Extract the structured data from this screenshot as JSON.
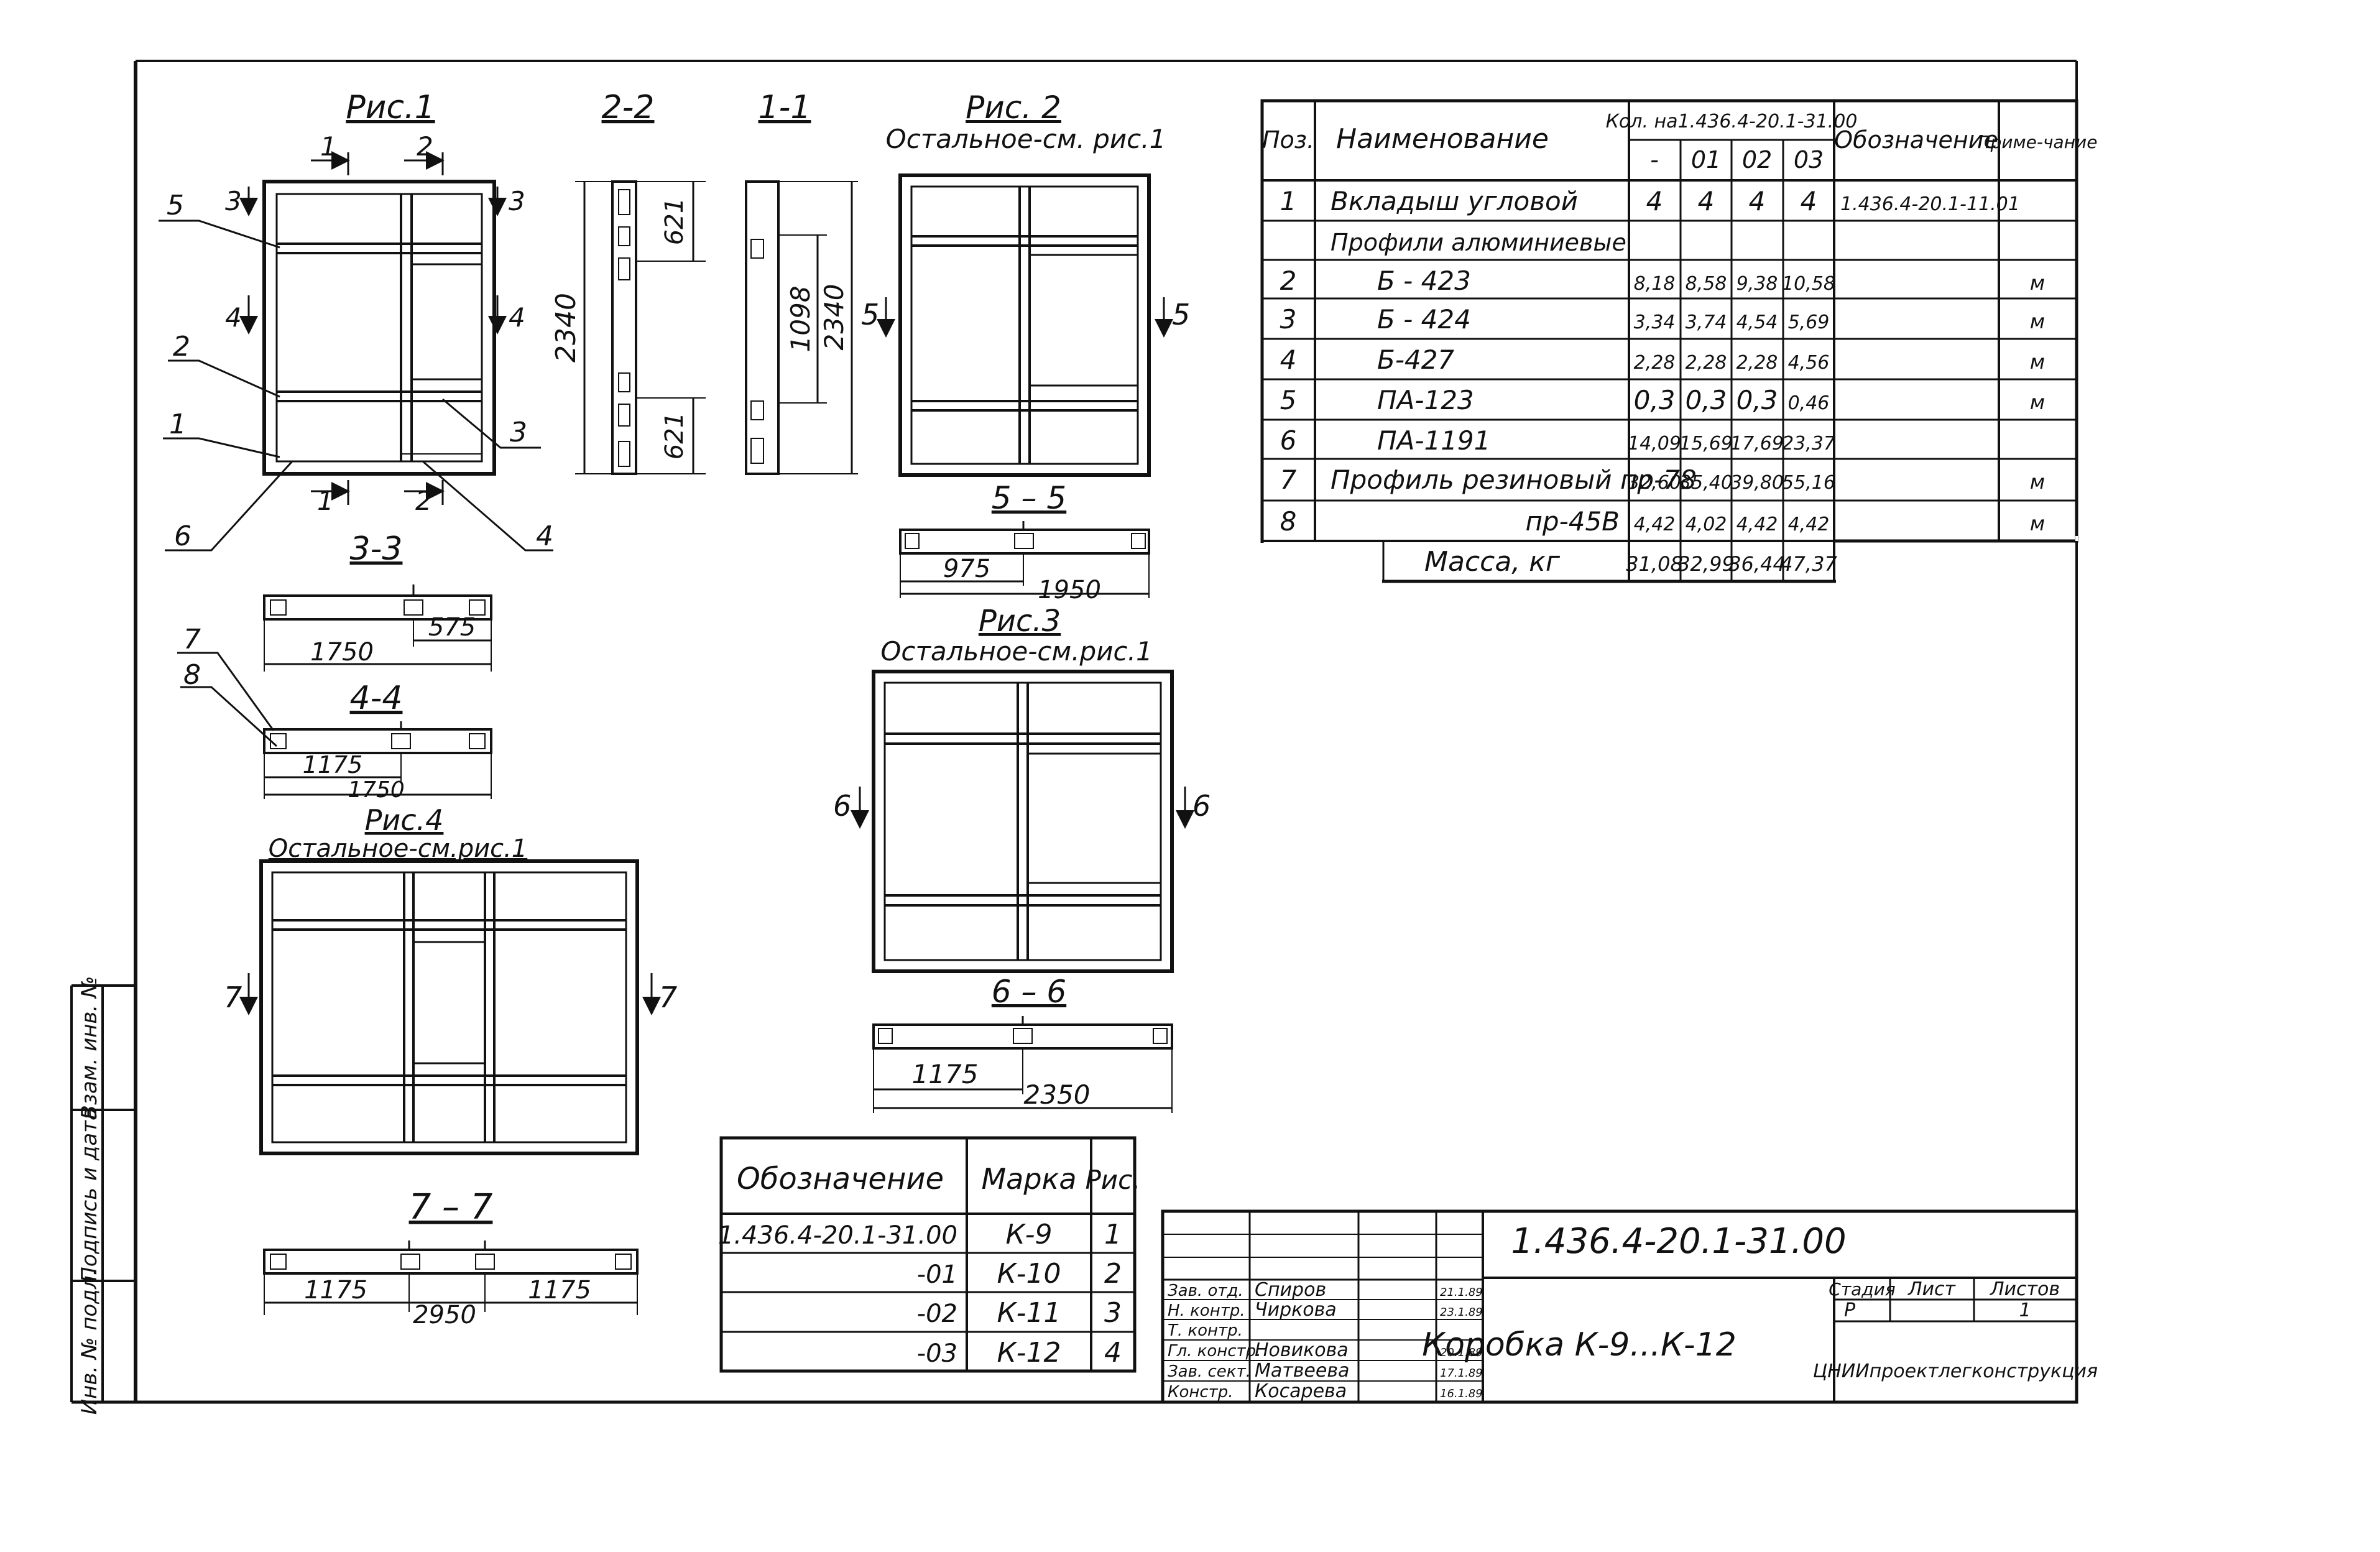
{
  "views": {
    "fig1": "Рис.1",
    "fig2": "Рис. 2",
    "fig2_note": "Остальное-см. рис.1",
    "fig3": "Рис.3",
    "fig3_note": "Остальное-см.рис.1",
    "fig4": "Рис.4",
    "fig4_note": "Остальное-см.рис.1",
    "sec_2_2": "2-2",
    "sec_1_1": "1-1",
    "sec_3_3": "3-3",
    "sec_4_4": "4-4",
    "sec_5_5": "5 – 5",
    "sec_6_6": "6 – 6",
    "sec_7_7": "7 – 7"
  },
  "callouts": {
    "c1": "1",
    "c2": "2",
    "c3": "3",
    "c4": "4",
    "c5": "5",
    "c6": "6",
    "c7": "7",
    "c8": "8"
  },
  "dims": {
    "d2340a": "2340",
    "d621a": "621",
    "d621b": "621",
    "d1098": "1098",
    "d2340b": "2340",
    "d1750a": "1750",
    "d575": "575",
    "d1175a": "1175",
    "d1750b": "1750",
    "d975": "975",
    "d1950": "1950",
    "d1175b": "1175",
    "d2350": "2350",
    "d1175c": "1175",
    "d2950": "2950",
    "d1175d": "1175"
  },
  "spec": {
    "h_pos": "Поз.",
    "h_name": "Наименование",
    "h_qty": "Кол. на1.436.4-20.1-31.00",
    "h_q0": "-",
    "h_q1": "01",
    "h_q2": "02",
    "h_q3": "03",
    "h_designation": "Обозначение",
    "h_note": "Приме-чание",
    "rows": [
      {
        "pos": "1",
        "name": "Вкладыш угловой",
        "q0": "4",
        "q1": "4",
        "q2": "4",
        "q3": "4",
        "des": "1.436.4-20.1-11.01",
        "note": ""
      },
      {
        "pos": "",
        "name": "Профили алюминиевые",
        "q0": "",
        "q1": "",
        "q2": "",
        "q3": "",
        "des": "",
        "note": ""
      },
      {
        "pos": "2",
        "name": "Б - 423",
        "q0": "8,18",
        "q1": "8,58",
        "q2": "9,38",
        "q3": "10,58",
        "des": "",
        "note": "м"
      },
      {
        "pos": "3",
        "name": "Б - 424",
        "q0": "3,34",
        "q1": "3,74",
        "q2": "4,54",
        "q3": "5,69",
        "des": "",
        "note": "м"
      },
      {
        "pos": "4",
        "name": "Б-427",
        "q0": "2,28",
        "q1": "2,28",
        "q2": "2,28",
        "q3": "4,56",
        "des": "",
        "note": "м"
      },
      {
        "pos": "5",
        "name": "ПА-123",
        "q0": "0,3",
        "q1": "0,3",
        "q2": "0,3",
        "q3": "0,46",
        "des": "",
        "note": "м"
      },
      {
        "pos": "6",
        "name": "ПА-1191",
        "q0": "14,09",
        "q1": "15,69",
        "q2": "17,69",
        "q3": "23,37",
        "des": "",
        "note": ""
      },
      {
        "pos": "7",
        "name": "Профиль резиновый пр-78",
        "q0": "32,60",
        "q1": "35,40",
        "q2": "39,80",
        "q3": "55,16",
        "des": "",
        "note": "м"
      },
      {
        "pos": "8",
        "name": "пр-45В",
        "q0": "4,42",
        "q1": "4,02",
        "q2": "4,42",
        "q3": "4,42",
        "des": "",
        "note": "м"
      }
    ],
    "mass_label": "Масса, кг",
    "mass": {
      "q0": "31,08",
      "q1": "32,99",
      "q2": "36,44",
      "q3": "47,37"
    }
  },
  "marks": {
    "h_des": "Обозначение",
    "h_mark": "Марка",
    "h_fig": "Рис.",
    "rows": [
      {
        "des": "1.436.4-20.1-31.00",
        "mark": "К-9",
        "fig": "1"
      },
      {
        "des": "-01",
        "mark": "К-10",
        "fig": "2"
      },
      {
        "des": "-02",
        "mark": "К-11",
        "fig": "3"
      },
      {
        "des": "-03",
        "mark": "К-12",
        "fig": "4"
      }
    ]
  },
  "title_block": {
    "code": "1.436.4-20.1-31.00",
    "title": "Коробка К-9...К-12",
    "stage_h": "Стадия",
    "sheet_h": "Лист",
    "sheets_h": "Листов",
    "stage": "Р",
    "sheets": "1",
    "org": "ЦНИИпроектлегконструкция",
    "people": [
      {
        "role": "Зав. отд.",
        "name": "Спиров",
        "date": "21.1.89"
      },
      {
        "role": "Н. контр.",
        "name": "Чиркова",
        "date": "23.1.89"
      },
      {
        "role": "Т. контр.",
        "name": "",
        "date": ""
      },
      {
        "role": "Гл. констр.",
        "name": "Новикова",
        "date": "20.1.89"
      },
      {
        "role": "Зав. сект.",
        "name": "Матвеева",
        "date": "17.1.89"
      },
      {
        "role": "Констр.",
        "name": "Косарева",
        "date": "16.1.89"
      }
    ]
  },
  "side_stamp": {
    "inv": "Инв. № подл.",
    "sign": "Подпись и дата",
    "vzam": "Взам. инв. №"
  }
}
